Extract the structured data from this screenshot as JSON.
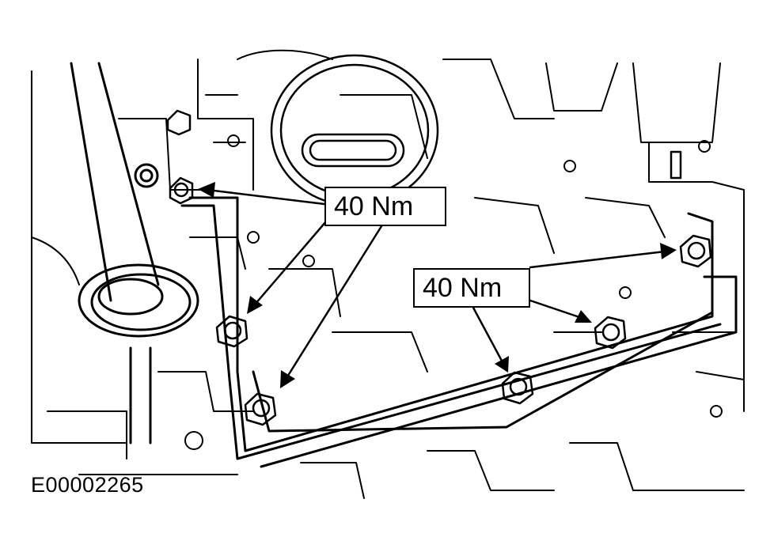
{
  "callouts": [
    {
      "label": "40 Nm",
      "target": "left bolt group"
    },
    {
      "label": "40 Nm",
      "target": "right bolt group"
    }
  ],
  "figure_code": "E00002265",
  "colors": {
    "line": "#000000",
    "background": "#ffffff"
  },
  "parts": [
    "sump-pan",
    "drive-shaft",
    "oil-pump-pickup-ring",
    "bolts"
  ]
}
